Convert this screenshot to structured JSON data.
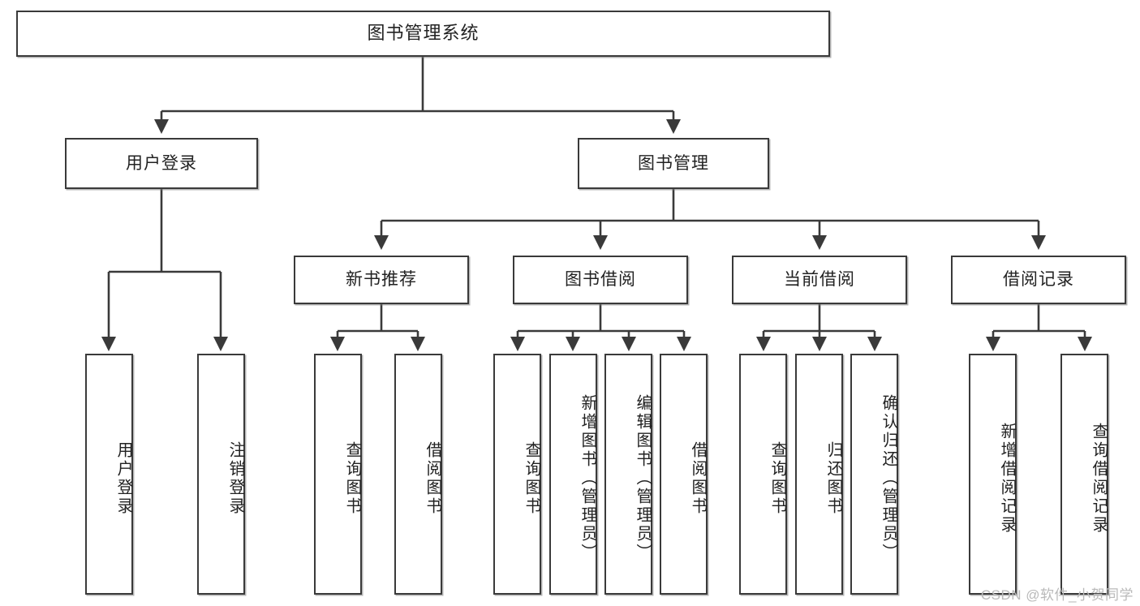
{
  "diagram": {
    "type": "tree-hierarchy-flowchart",
    "title": "图书管理系统",
    "edge_color": "#3a3a3a",
    "box_border_color": "#3a3a3a",
    "box_fill_color": "#ffffff",
    "text_color": "#222222"
  },
  "watermark": {
    "text": "CSDN @软件_小贺同学",
    "color": "#b9b9b9"
  },
  "nodes": {
    "root": {
      "label": "图书管理系统"
    },
    "level2": [
      {
        "id": "user-login",
        "label": "用户登录"
      },
      {
        "id": "book-management",
        "label": "图书管理"
      }
    ],
    "level3": [
      {
        "id": "new-book-recommend",
        "label": "新书推荐"
      },
      {
        "id": "book-borrow",
        "label": "图书借阅"
      },
      {
        "id": "current-borrow",
        "label": "当前借阅"
      },
      {
        "id": "borrow-record",
        "label": "借阅记录"
      }
    ],
    "leaves": {
      "user_login": [
        {
          "id": "leaf-user-login",
          "label": "用户登录"
        },
        {
          "id": "leaf-logout-login",
          "label": "注销登录"
        }
      ],
      "new_book_recommend": [
        {
          "id": "leaf-query-book-1",
          "label": "查询图书"
        },
        {
          "id": "leaf-borrow-book-1",
          "label": "借阅图书"
        }
      ],
      "book_borrow": [
        {
          "id": "leaf-query-book-2",
          "label": "查询图书"
        },
        {
          "id": "leaf-add-book-admin",
          "label": "新增图书（管理员）"
        },
        {
          "id": "leaf-edit-book-admin",
          "label": "编辑图书（管理员）"
        },
        {
          "id": "leaf-borrow-book-2",
          "label": "借阅图书"
        }
      ],
      "current_borrow": [
        {
          "id": "leaf-query-book-3",
          "label": "查询图书"
        },
        {
          "id": "leaf-return-book",
          "label": "归还图书"
        },
        {
          "id": "leaf-confirm-return-admin",
          "label": "确认归还（管理员）"
        }
      ],
      "borrow_record": [
        {
          "id": "leaf-add-borrow-record",
          "label": "新增借阅记录"
        },
        {
          "id": "leaf-query-borrow-record",
          "label": "查询借阅记录"
        }
      ]
    }
  }
}
